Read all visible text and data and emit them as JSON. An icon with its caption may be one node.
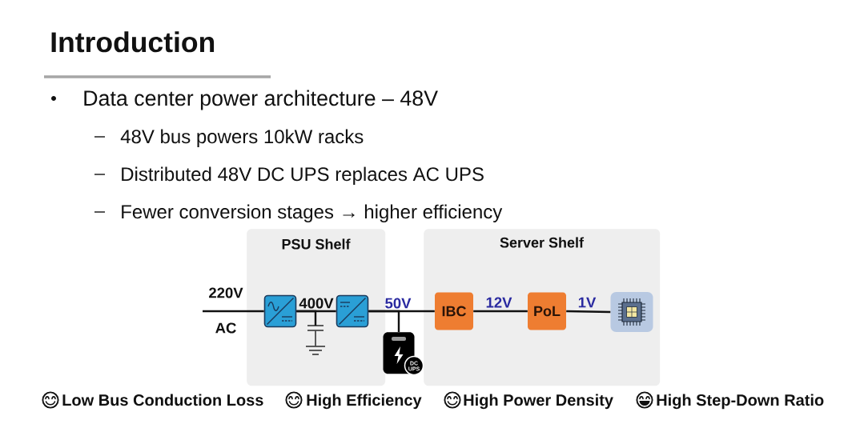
{
  "diagram": {
    "title": "Introduction",
    "nodes": [
      {
        "text": [
          "PSU Shelf"
        ]
      },
      {
        "text": [],
        "shape": "box",
        "in": 0
      },
      {
        "text": [],
        "shape": "capacitor",
        "in": 0
      },
      {
        "text": [],
        "shape": "box",
        "in": 0
      },
      {
        "text": [
          "DC UPS"
        ]
      },
      {
        "text": [
          "Server Shelf"
        ]
      },
      {
        "text": [
          "IBC"
        ],
        "in": 5
      },
      {
        "text": [
          "PoL"
        ],
        "in": 5
      },
      {
        "text": [],
        "shape": "picture",
        "in": 5
      }
    ],
    "edges": [
      {
        "from": null,
        "to": 1,
        "arrow": "none",
        "label": "220V"
      },
      {
        "from": 1,
        "to": 3,
        "arrow": "none",
        "label": "400V"
      },
      {
        "from": 1,
        "to": 2,
        "arrow": "none"
      },
      {
        "from": 3,
        "to": 6,
        "arrow": "none",
        "label": "50V"
      },
      {
        "from": 3,
        "to": 4,
        "arrow": "none"
      },
      {
        "from": 6,
        "to": 7,
        "arrow": "none",
        "label": "12V"
      },
      {
        "from": 7,
        "to": 8,
        "arrow": "none",
        "label": "1V"
      }
    ],
    "labels": [
      "Data center power architecture – 48V",
      "48V bus powers 10kW racks",
      "Distributed 48V DC UPS replaces AC UPS",
      "Fewer conversion stages → higher efficiency",
      "AC",
      "Low Bus Conduction Loss",
      "High Efficiency",
      "High Power Density",
      "High Step-Down Ratio"
    ]
  }
}
